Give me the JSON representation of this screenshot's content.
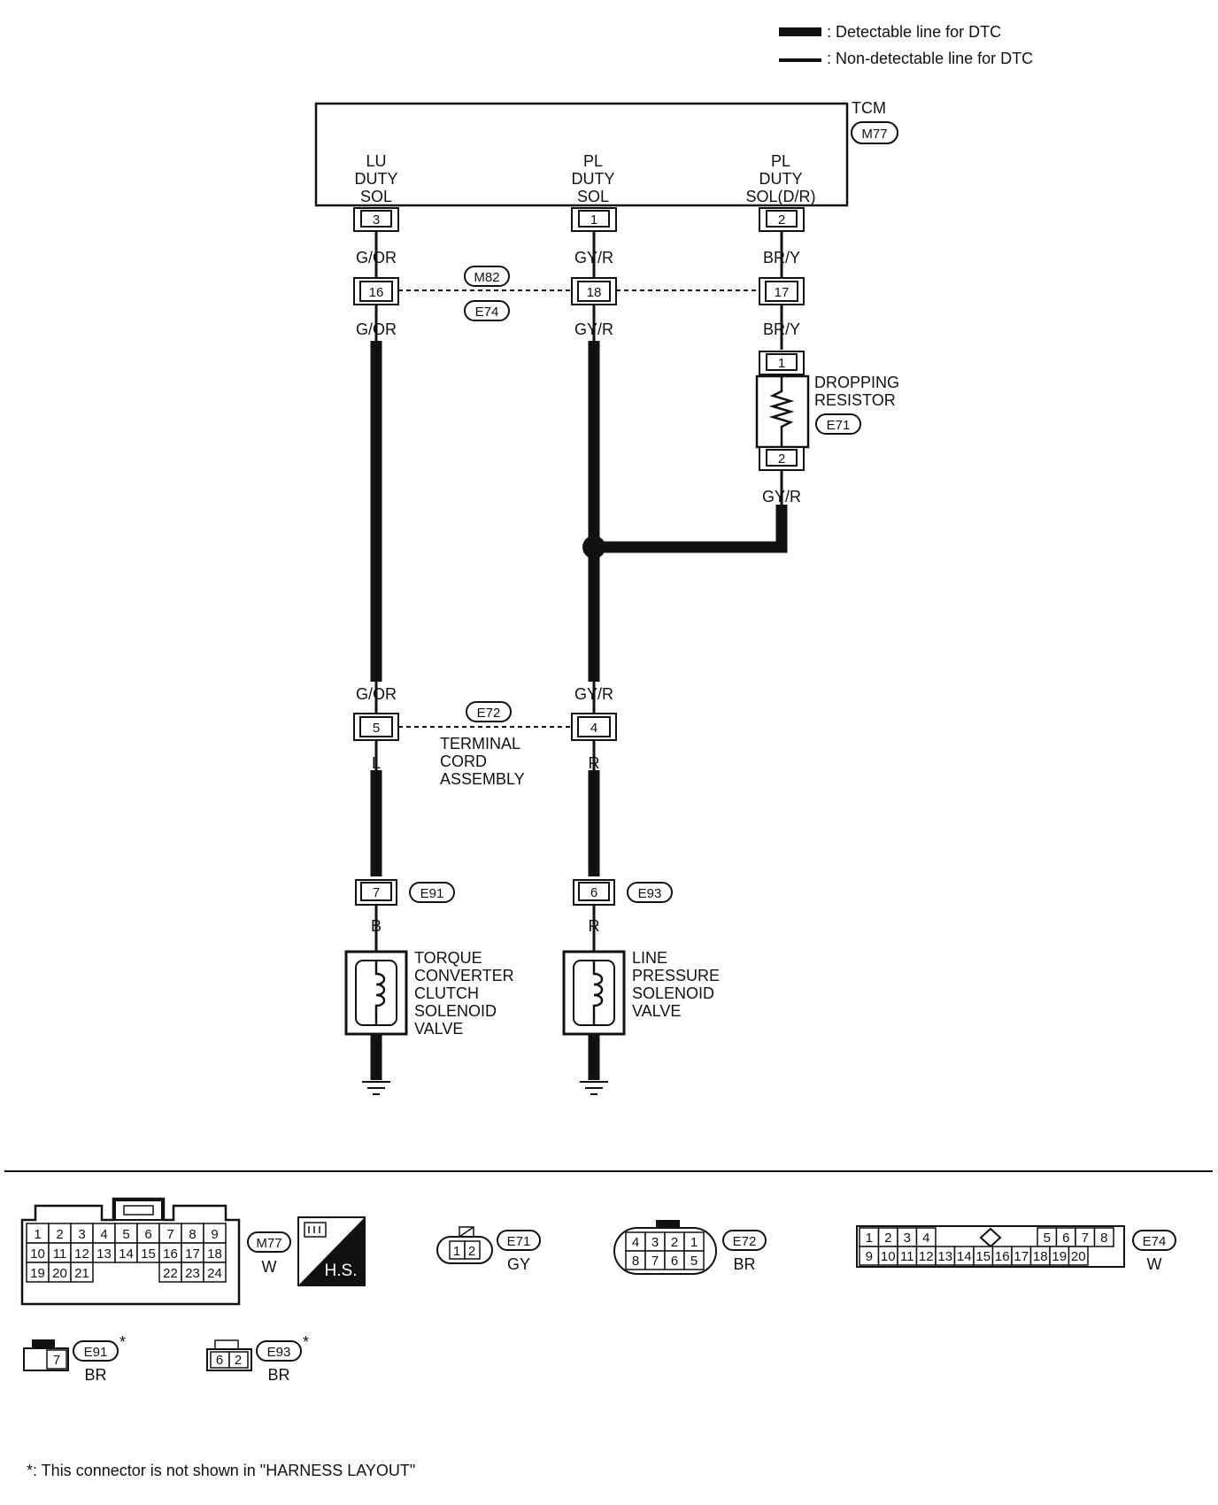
{
  "legend": {
    "detectable": ": Detectable line for DTC",
    "non_detectable": ": Non-detectable line for DTC"
  },
  "tcm": {
    "name": "TCM",
    "connector": "M77",
    "terminals": [
      {
        "label": [
          "LU",
          "DUTY",
          "SOL"
        ],
        "pin": "3"
      },
      {
        "label": [
          "PL",
          "DUTY",
          "SOL"
        ],
        "pin": "1"
      },
      {
        "label": [
          "PL",
          "DUTY",
          "SOL(D/R)"
        ],
        "pin": "2"
      }
    ]
  },
  "wires": {
    "col1_top": "G/OR",
    "col2_top": "GY/R",
    "col3_top": "BR/Y",
    "col1_mid": "G/OR",
    "col2_mid": "GY/R",
    "col3_mid": "BR/Y",
    "col3_after_resistor": "GY/R",
    "col1_low": "G/OR",
    "col2_low": "GY/R",
    "col1_after_e72": "L",
    "col2_after_e72": "R",
    "col1_after_sol_conn": "B",
    "col2_after_sol_conn": "R"
  },
  "joint_connector": {
    "top": "M82",
    "bottom": "E74",
    "pins": [
      "16",
      "18",
      "17"
    ]
  },
  "dropping_resistor": {
    "label": [
      "DROPPING",
      "RESISTOR"
    ],
    "connector": "E71",
    "pin_top": "1",
    "pin_bottom": "2"
  },
  "terminal_cord": {
    "connector": "E72",
    "label": [
      "TERMINAL",
      "CORD",
      "ASSEMBLY"
    ],
    "pins": [
      "5",
      "4"
    ]
  },
  "solenoids": [
    {
      "connector": "E91",
      "pin": "7",
      "label": [
        "TORQUE",
        "CONVERTER",
        "CLUTCH",
        "SOLENOID",
        "VALVE"
      ]
    },
    {
      "connector": "E93",
      "pin": "6",
      "label": [
        "LINE",
        "PRESSURE",
        "SOLENOID",
        "VALVE"
      ]
    }
  ],
  "connector_views": {
    "m77": {
      "id": "M77",
      "color": "W",
      "rows": [
        [
          "1",
          "2",
          "3",
          "4",
          "5",
          "6",
          "7",
          "8",
          "9"
        ],
        [
          "10",
          "11",
          "12",
          "13",
          "14",
          "15",
          "16",
          "17",
          "18"
        ],
        [
          "19",
          "20",
          "21",
          "22",
          "23",
          "24"
        ]
      ]
    },
    "hs": "H.S.",
    "e71": {
      "id": "E71",
      "color": "GY",
      "pins": [
        "1",
        "2"
      ]
    },
    "e72": {
      "id": "E72",
      "color": "BR",
      "rows": [
        [
          "4",
          "3",
          "2",
          "1"
        ],
        [
          "8",
          "7",
          "6",
          "5"
        ]
      ]
    },
    "e74": {
      "id": "E74",
      "color": "W",
      "rows": [
        [
          "1",
          "2",
          "3",
          "4",
          "5",
          "6",
          "7",
          "8"
        ],
        [
          "9",
          "10",
          "11",
          "12",
          "13",
          "14",
          "15",
          "16",
          "17",
          "18",
          "19",
          "20"
        ]
      ]
    },
    "e91": {
      "id": "E91",
      "color": "BR",
      "pins": [
        "7"
      ]
    },
    "e93": {
      "id": "E93",
      "color": "BR",
      "pins": [
        "6",
        "2"
      ]
    },
    "asterisk": "*"
  },
  "footnote": "*: This connector is not shown in \"HARNESS LAYOUT\""
}
